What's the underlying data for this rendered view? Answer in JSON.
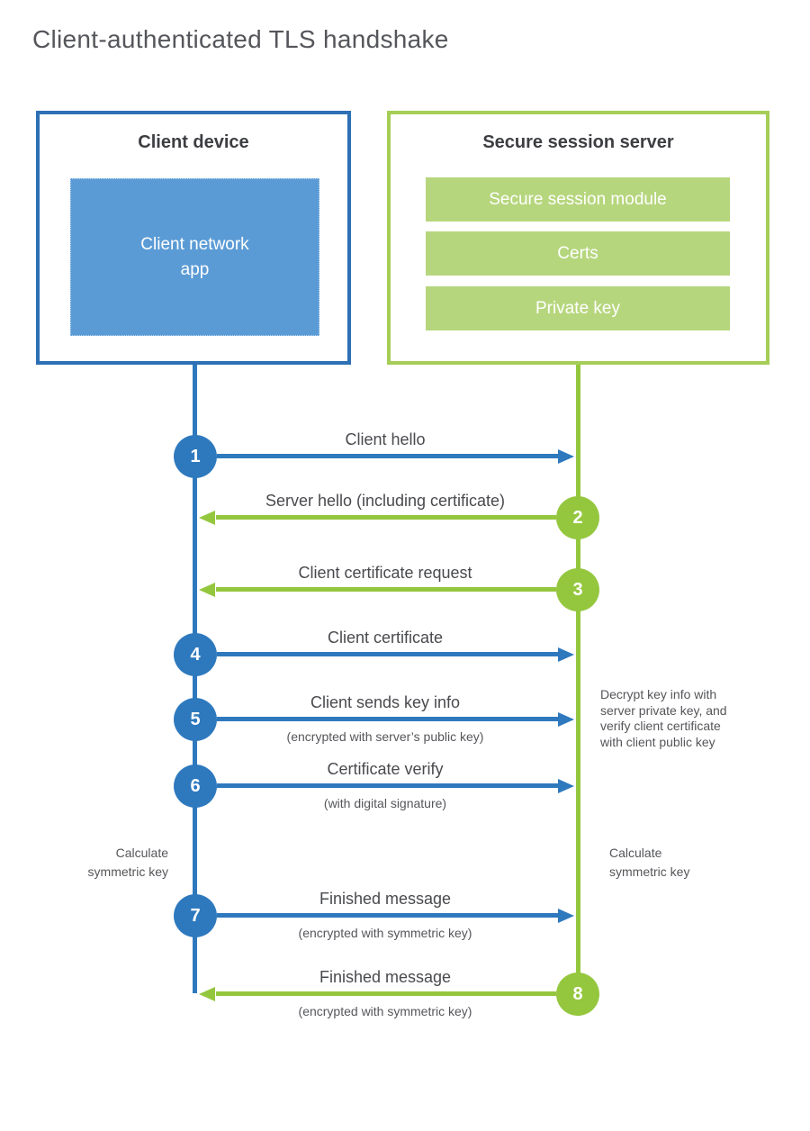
{
  "title": "Client-authenticated TLS handshake",
  "client_box": {
    "title": "Client device",
    "app": "Client network\napp"
  },
  "server_box": {
    "title": "Secure session server",
    "modules": [
      "Secure session module",
      "Certs",
      "Private key"
    ]
  },
  "steps": [
    {
      "num": "1",
      "label": "Client hello",
      "sub": "",
      "from": "client",
      "to": "server"
    },
    {
      "num": "2",
      "label": "Server hello (including certificate)",
      "sub": "",
      "from": "server",
      "to": "client"
    },
    {
      "num": "3",
      "label": "Client certificate request",
      "sub": "",
      "from": "server",
      "to": "client"
    },
    {
      "num": "4",
      "label": "Client certificate",
      "sub": "",
      "from": "client",
      "to": "server"
    },
    {
      "num": "5",
      "label": "Client sends key info",
      "sub": "(encrypted with server’s public key)",
      "from": "client",
      "to": "server"
    },
    {
      "num": "6",
      "label": "Certificate verify",
      "sub": "(with digital signature)",
      "from": "client",
      "to": "server"
    },
    {
      "num": "7",
      "label": "Finished message",
      "sub": "(encrypted with symmetric key)",
      "from": "client",
      "to": "server"
    },
    {
      "num": "8",
      "label": "Finished message",
      "sub": "(encrypted with symmetric key)",
      "from": "server",
      "to": "client"
    }
  ],
  "annotations": {
    "decrypt_note": "Decrypt key info with\nserver private key, and\nverify client certificate\nwith client public key",
    "calc_left": "Calculate\nsymmetric key",
    "calc_right": "Calculate\nsymmetric key"
  },
  "colors": {
    "blue": "#2e79be",
    "blue_border": "#2d70b4",
    "blue_fill": "#5b9bd5",
    "green": "#94c73e",
    "green_border": "#a5cd57",
    "green_fill": "#b6d67d"
  }
}
